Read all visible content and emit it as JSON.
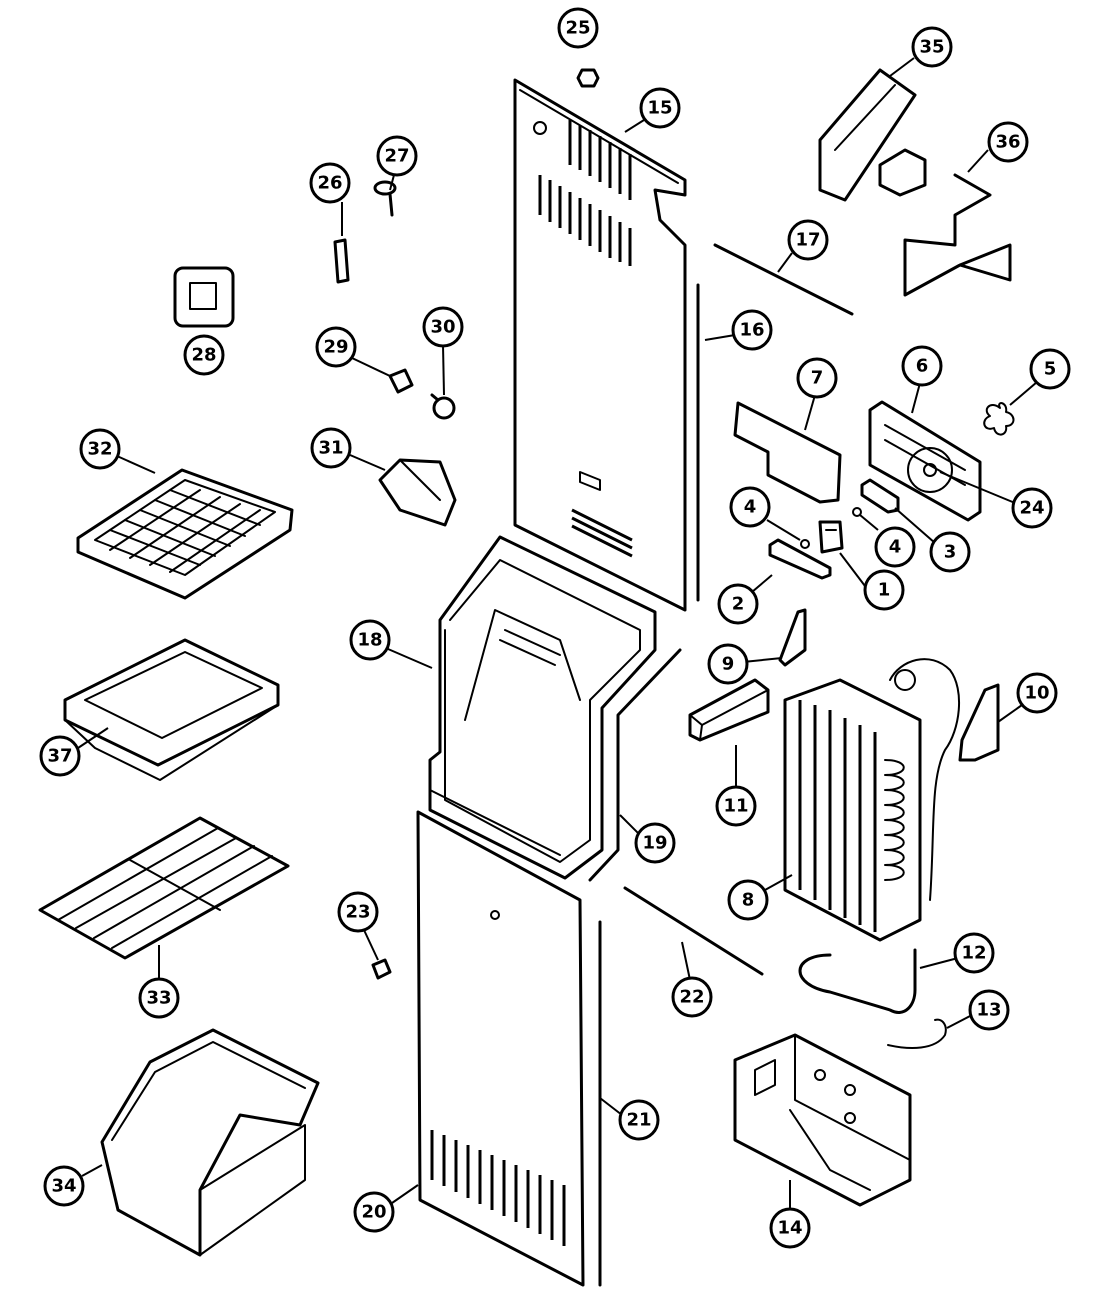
{
  "callouts": [
    {
      "label": "1"
    },
    {
      "label": "2"
    },
    {
      "label": "3"
    },
    {
      "label": "4"
    },
    {
      "label": "4"
    },
    {
      "label": "5"
    },
    {
      "label": "6"
    },
    {
      "label": "7"
    },
    {
      "label": "8"
    },
    {
      "label": "9"
    },
    {
      "label": "10"
    },
    {
      "label": "11"
    },
    {
      "label": "12"
    },
    {
      "label": "13"
    },
    {
      "label": "14"
    },
    {
      "label": "15"
    },
    {
      "label": "16"
    },
    {
      "label": "17"
    },
    {
      "label": "18"
    },
    {
      "label": "19"
    },
    {
      "label": "20"
    },
    {
      "label": "21"
    },
    {
      "label": "22"
    },
    {
      "label": "23"
    },
    {
      "label": "24"
    },
    {
      "label": "25"
    },
    {
      "label": "26"
    },
    {
      "label": "27"
    },
    {
      "label": "28"
    },
    {
      "label": "29"
    },
    {
      "label": "30"
    },
    {
      "label": "31"
    },
    {
      "label": "32"
    },
    {
      "label": "33"
    },
    {
      "label": "34"
    },
    {
      "label": "35"
    },
    {
      "label": "36"
    },
    {
      "label": "37"
    }
  ]
}
